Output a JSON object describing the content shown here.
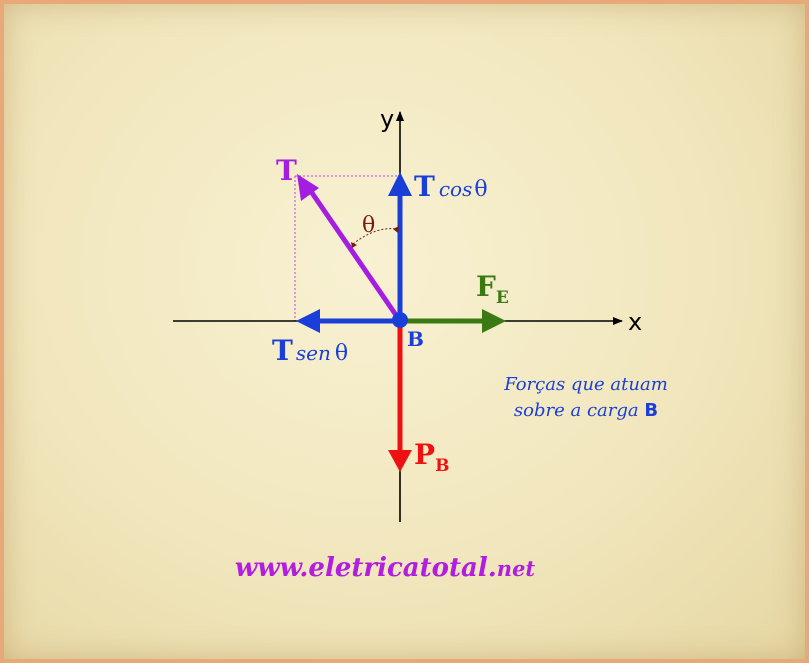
{
  "diagram": {
    "axis_x_label": "x",
    "axis_y_label": "y",
    "point_label": "B",
    "tension_label": "T",
    "angle_label": "θ",
    "tcos_T": "T",
    "tcos_fn": "cos",
    "tcos_theta": "θ",
    "tsen_T": "T",
    "tsen_fn": "sen",
    "tsen_theta": "θ",
    "fe_main": "F",
    "fe_sub": "E",
    "pb_main": "P",
    "pb_sub": "B"
  },
  "caption": {
    "line1": "Forças  que atuam",
    "line2_text": "sobre a carga ",
    "line2_bold": "B"
  },
  "website": {
    "main": "www.eletricatotal.",
    "tld": "net"
  },
  "colors": {
    "tension": "#a31ee0",
    "components": "#1a3fd8",
    "electric_force": "#3b7a12",
    "weight": "#ee1111",
    "axes": "#000000",
    "angle": "#7a1a10",
    "border": "#e8a878"
  }
}
